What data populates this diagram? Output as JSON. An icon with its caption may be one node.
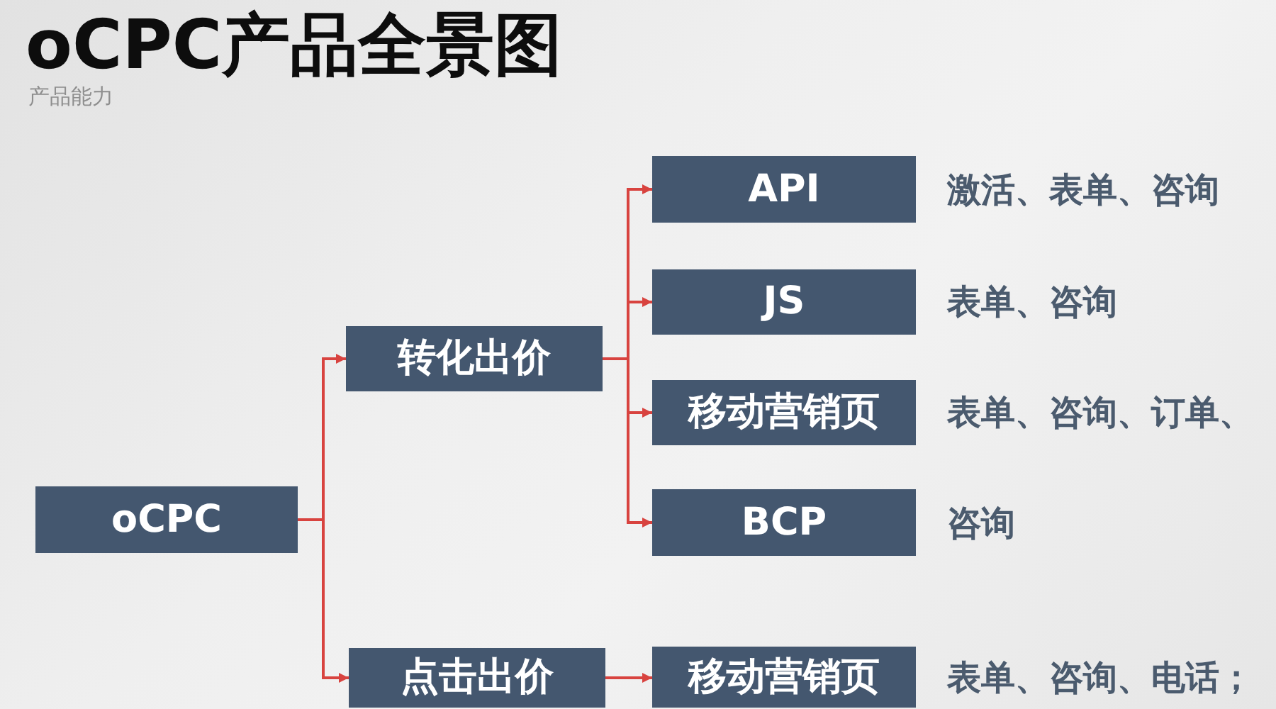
{
  "diagram": {
    "title": "oCPC产品全景图",
    "nodes": [
      {
        "text": [
          "oCPC"
        ]
      },
      {
        "text": [
          "转化出价"
        ]
      },
      {
        "text": [
          "点击出价"
        ]
      },
      {
        "text": [
          "API"
        ],
        "beside": [
          "激活、表单、咨询"
        ]
      },
      {
        "text": [
          "JS"
        ],
        "beside": [
          "表单、咨询"
        ]
      },
      {
        "text": [
          "移动营销页"
        ],
        "beside": [
          "表单、咨询、订单、"
        ]
      },
      {
        "text": [
          "BCP"
        ],
        "beside": [
          "咨询"
        ]
      },
      {
        "text": [
          "移动营销页"
        ],
        "beside": [
          "表单、咨询、电话；"
        ]
      }
    ],
    "edges": [
      {
        "from": 0,
        "to": 1,
        "arrow": "to"
      },
      {
        "from": 0,
        "to": 2,
        "arrow": "to"
      },
      {
        "from": 1,
        "to": 3,
        "arrow": "to"
      },
      {
        "from": 1,
        "to": 4,
        "arrow": "to"
      },
      {
        "from": 1,
        "to": 5,
        "arrow": "to"
      },
      {
        "from": 1,
        "to": 6,
        "arrow": "to"
      },
      {
        "from": 2,
        "to": 7,
        "arrow": "to"
      }
    ],
    "labels": [
      "产品能力"
    ]
  }
}
